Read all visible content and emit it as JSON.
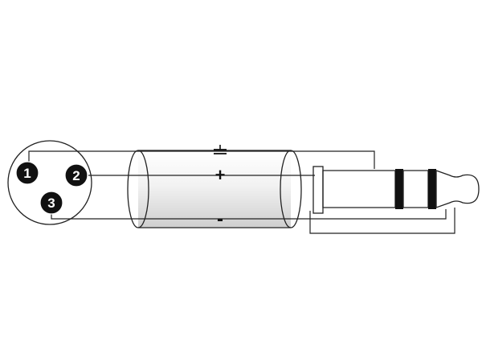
{
  "xlr_pins": [
    {
      "label": "1",
      "role": "ground"
    },
    {
      "label": "2",
      "role": "positive"
    },
    {
      "label": "3",
      "role": "negative"
    }
  ],
  "cable_symbols": {
    "plus": "+",
    "minus": "-"
  },
  "colors": {
    "line": "#222222",
    "pin_fill": "#111111",
    "background": "#ffffff"
  },
  "icons": [
    "ground-symbol-icon",
    "xlr-connector-icon",
    "trs-jack-plug-icon"
  ]
}
